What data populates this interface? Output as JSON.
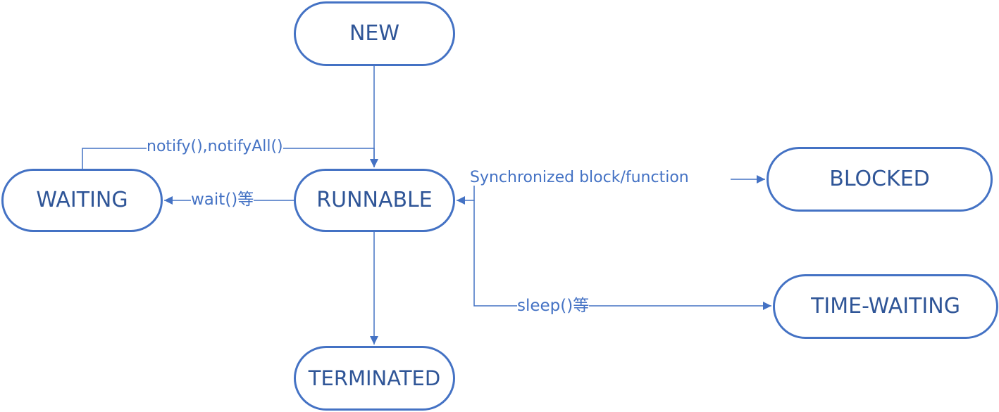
{
  "states": {
    "new": "NEW",
    "runnable": "RUNNABLE",
    "waiting": "WAITING",
    "blocked": "BLOCKED",
    "time_waiting": "TIME-WAITING",
    "terminated": "TERMINATED"
  },
  "transitions": {
    "notify": "notify(),notifyAll()",
    "wait": "wait()等",
    "synchronized": "Synchronized block/function",
    "sleep": "sleep()等"
  },
  "colors": {
    "stroke": "#4472c4",
    "state_text": "#2f5597",
    "label_text": "#4472c4",
    "background": "#ffffff"
  }
}
